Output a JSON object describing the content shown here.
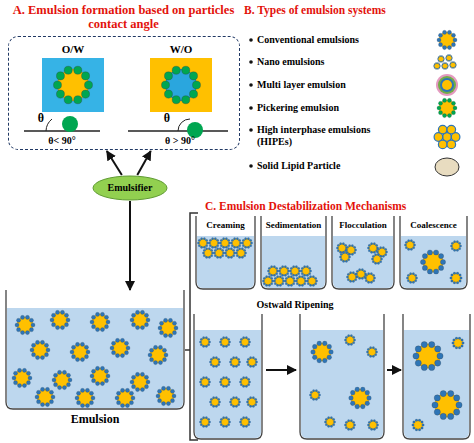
{
  "diagram": {
    "nodes": [
      {
        "text": [
          "A. Emulsion formation based on particles contact angle"
        ]
      },
      {
        "text": [
          "O/W"
        ],
        "in": 0
      },
      {
        "text": [
          "W/O"
        ],
        "in": 0
      },
      {
        "text": [
          "Emulsifier"
        ]
      },
      {
        "text": [
          "Emulsion"
        ]
      },
      {
        "text": [
          "Creaming"
        ]
      },
      {
        "text": [
          "Sedimentation"
        ]
      },
      {
        "text": [
          "Flocculation"
        ]
      },
      {
        "text": [
          "Coalescence"
        ]
      }
    ],
    "edges": [
      {
        "from": 3,
        "to": 1,
        "arrow": "to"
      },
      {
        "from": 3,
        "to": 2,
        "arrow": "to"
      },
      {
        "from": 3,
        "to": 4,
        "arrow": "to"
      }
    ],
    "labels": [
      "θ",
      "θ< 90°",
      "θ",
      "θ > 90°",
      "B. Types of emulsion systems",
      "Conventional emulsions",
      "Nano emulsions",
      "Multi layer emulsion",
      "Pickering emulsion",
      "High interphase emulsions (HIPEs)",
      "Solid Lipid Particle",
      "C. Emulsion Destabilization Mechanisms",
      "Ostwald Ripening"
    ]
  }
}
